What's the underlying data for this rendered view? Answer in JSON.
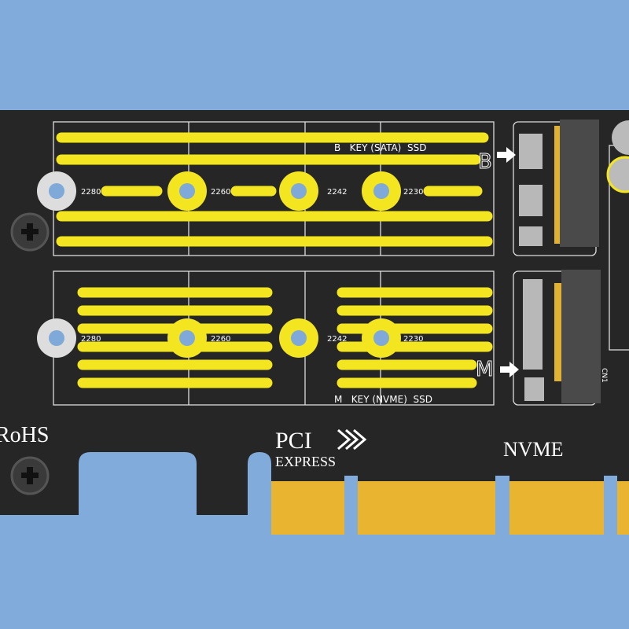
{
  "colors": {
    "background": "#80abdb",
    "pcb": "#262626",
    "silk": "#f3e520",
    "gold": "#e9b530",
    "hole": "#7fa9d8"
  },
  "top_slot": {
    "label": "B   KEY (SATA)  SSD",
    "key_letter": "B",
    "sizes": [
      "2280",
      "2260",
      "2242",
      "2230"
    ]
  },
  "bottom_slot": {
    "label": "M   KEY (NVME)  SSD",
    "key_letter": "M",
    "sizes": [
      "2280",
      "2260",
      "2242",
      "2230"
    ]
  },
  "markings": {
    "rohs": "RoHS",
    "pci": "PCI",
    "express": "EXPRESS",
    "nvme": "NVME",
    "connector": "CN1"
  }
}
